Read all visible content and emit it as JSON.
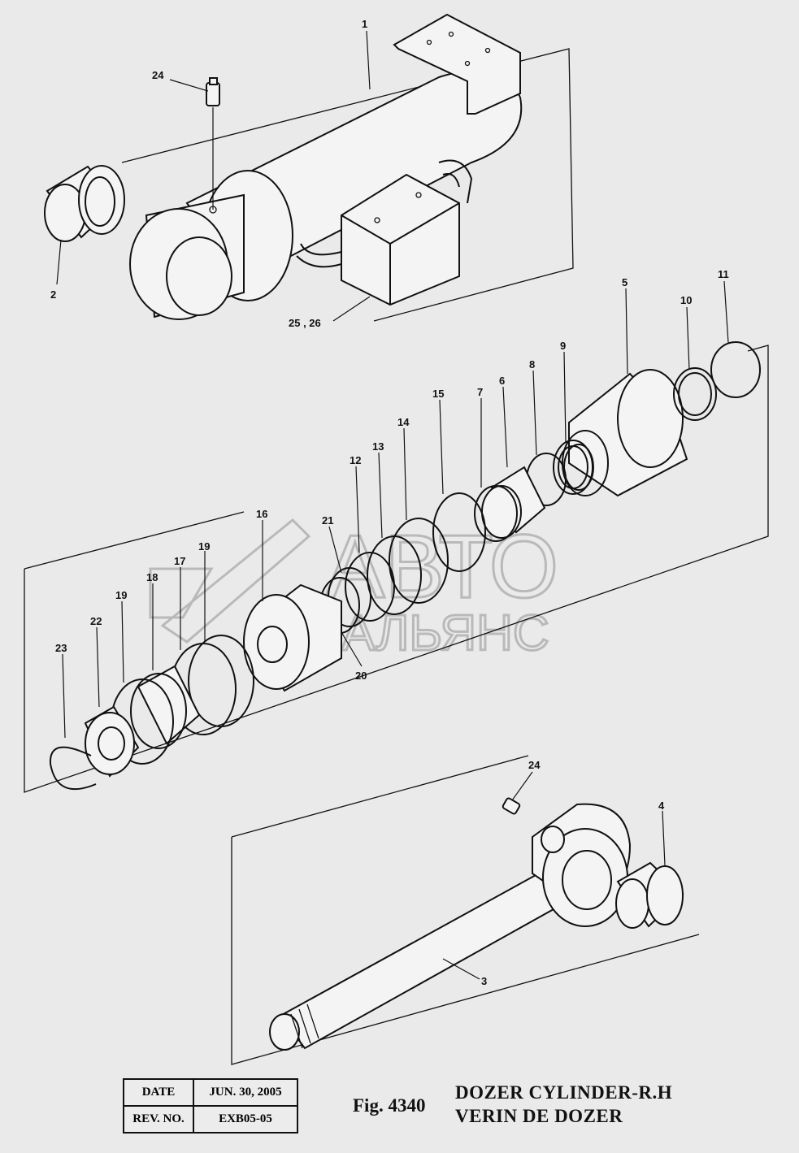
{
  "callouts": {
    "c1": "1",
    "c2": "2",
    "c3": "3",
    "c4": "4",
    "c5": "5",
    "c6": "6",
    "c7": "7",
    "c8": "8",
    "c9": "9",
    "c10": "10",
    "c11": "11",
    "c12": "12",
    "c13": "13",
    "c14": "14",
    "c15": "15",
    "c16": "16",
    "c17": "17",
    "c18": "18",
    "c19a": "19",
    "c19b": "19",
    "c20": "20",
    "c21": "21",
    "c22": "22",
    "c23": "23",
    "c24a": "24",
    "c24b": "24",
    "c2526": "25 , 26"
  },
  "watermark": {
    "line1": "АВТО",
    "line2": "АЛЬЯНС"
  },
  "footer": {
    "date_label": "DATE",
    "date_value": "JUN. 30, 2005",
    "rev_label": "REV. NO.",
    "rev_value": "EXB05-05",
    "fig_number": "Fig. 4340",
    "title_en": "DOZER CYLINDER-R.H",
    "title_fr": "VERIN DE DOZER"
  },
  "colors": {
    "background": "#eaeaea",
    "ink": "#111111",
    "watermark": "#b9b9b9"
  }
}
